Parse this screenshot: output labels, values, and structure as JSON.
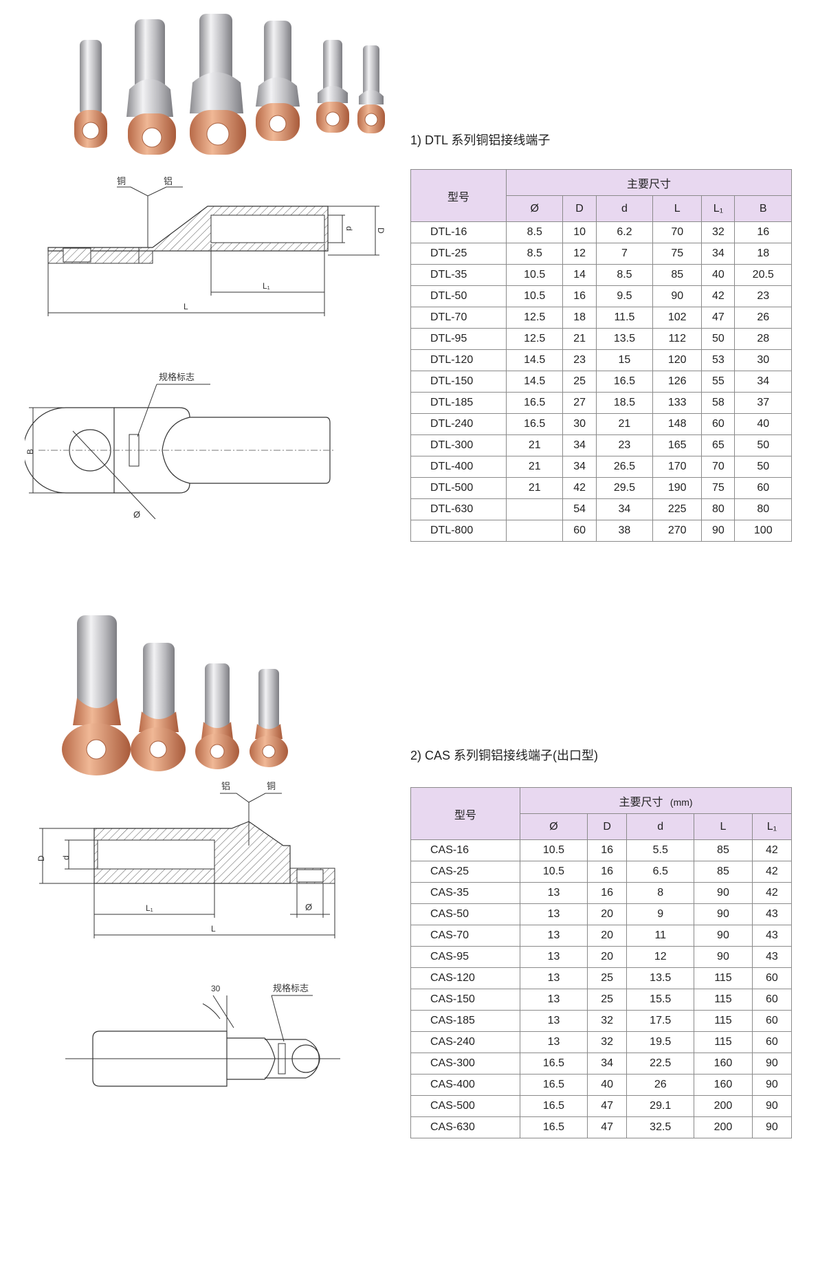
{
  "dtl": {
    "title": "1) DTL 系列铜铝接线端子",
    "header": {
      "model": "型号",
      "dims": "主要尺寸"
    },
    "columns": [
      "Ø",
      "D",
      "d",
      "L",
      "L₁",
      "B"
    ],
    "rows": [
      [
        "DTL-16",
        "8.5",
        "10",
        "6.2",
        "70",
        "32",
        "16"
      ],
      [
        "DTL-25",
        "8.5",
        "12",
        "7",
        "75",
        "34",
        "18"
      ],
      [
        "DTL-35",
        "10.5",
        "14",
        "8.5",
        "85",
        "40",
        "20.5"
      ],
      [
        "DTL-50",
        "10.5",
        "16",
        "9.5",
        "90",
        "42",
        "23"
      ],
      [
        "DTL-70",
        "12.5",
        "18",
        "11.5",
        "102",
        "47",
        "26"
      ],
      [
        "DTL-95",
        "12.5",
        "21",
        "13.5",
        "112",
        "50",
        "28"
      ],
      [
        "DTL-120",
        "14.5",
        "23",
        "15",
        "120",
        "53",
        "30"
      ],
      [
        "DTL-150",
        "14.5",
        "25",
        "16.5",
        "126",
        "55",
        "34"
      ],
      [
        "DTL-185",
        "16.5",
        "27",
        "18.5",
        "133",
        "58",
        "37"
      ],
      [
        "DTL-240",
        "16.5",
        "30",
        "21",
        "148",
        "60",
        "40"
      ],
      [
        "DTL-300",
        "21",
        "34",
        "23",
        "165",
        "65",
        "50"
      ],
      [
        "DTL-400",
        "21",
        "34",
        "26.5",
        "170",
        "70",
        "50"
      ],
      [
        "DTL-500",
        "21",
        "42",
        "29.5",
        "190",
        "75",
        "60"
      ],
      [
        "DTL-630",
        "",
        "54",
        "34",
        "225",
        "80",
        "80"
      ],
      [
        "DTL-800",
        "",
        "60",
        "38",
        "270",
        "90",
        "100"
      ]
    ],
    "drawing_labels": {
      "copper": "铜",
      "aluminum": "铝",
      "d": "d",
      "D": "D",
      "L1": "L₁",
      "L": "L",
      "spec_mark": "规格标志",
      "B": "B",
      "phi": "Ø"
    }
  },
  "cas": {
    "title": "2) CAS 系列铜铝接线端子(出口型)",
    "header": {
      "model": "型号",
      "dims": "主要尺寸",
      "unit": "(mm)"
    },
    "columns": [
      "Ø",
      "D",
      "d",
      "L",
      "L₁"
    ],
    "rows": [
      [
        "CAS-16",
        "10.5",
        "16",
        "5.5",
        "85",
        "42"
      ],
      [
        "CAS-25",
        "10.5",
        "16",
        "6.5",
        "85",
        "42"
      ],
      [
        "CAS-35",
        "13",
        "16",
        "8",
        "90",
        "42"
      ],
      [
        "CAS-50",
        "13",
        "20",
        "9",
        "90",
        "43"
      ],
      [
        "CAS-70",
        "13",
        "20",
        "11",
        "90",
        "43"
      ],
      [
        "CAS-95",
        "13",
        "20",
        "12",
        "90",
        "43"
      ],
      [
        "CAS-120",
        "13",
        "25",
        "13.5",
        "115",
        "60"
      ],
      [
        "CAS-150",
        "13",
        "25",
        "15.5",
        "115",
        "60"
      ],
      [
        "CAS-185",
        "13",
        "32",
        "17.5",
        "115",
        "60"
      ],
      [
        "CAS-240",
        "13",
        "32",
        "19.5",
        "115",
        "60"
      ],
      [
        "CAS-300",
        "16.5",
        "34",
        "22.5",
        "160",
        "90"
      ],
      [
        "CAS-400",
        "16.5",
        "40",
        "26",
        "160",
        "90"
      ],
      [
        "CAS-500",
        "16.5",
        "47",
        "29.1",
        "200",
        "90"
      ],
      [
        "CAS-630",
        "16.5",
        "47",
        "32.5",
        "200",
        "90"
      ]
    ],
    "drawing_labels": {
      "aluminum": "铝",
      "copper": "铜",
      "D": "D",
      "d": "d",
      "L1": "L₁",
      "L": "L",
      "phi": "Ø",
      "angle": "30",
      "spec_mark": "规格标志"
    }
  },
  "colors": {
    "header_bg": "#e8d8f0",
    "border": "#8a8a8a",
    "copper": "#d99a7c",
    "aluminum": "#c9c9cb"
  }
}
